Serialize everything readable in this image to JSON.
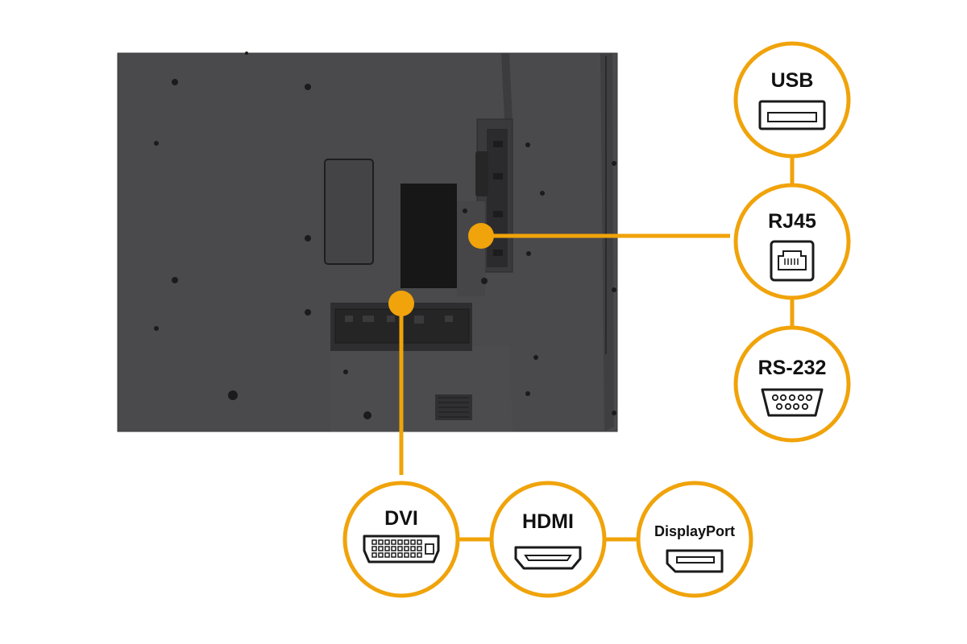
{
  "colors": {
    "accent": "#F0A30A",
    "panel": "#4a4a4c",
    "panel_dark": "#232324",
    "circle_fill": "#ffffff",
    "icon_stroke": "#1a1a1a"
  },
  "ports": {
    "usb": {
      "label": "USB",
      "icon": "usb-port-icon"
    },
    "rj45": {
      "label": "RJ45",
      "icon": "rj45-port-icon"
    },
    "rs232": {
      "label": "RS-232",
      "icon": "rs232-port-icon"
    },
    "dvi": {
      "label": "DVI",
      "icon": "dvi-port-icon"
    },
    "hdmi": {
      "label": "HDMI",
      "icon": "hdmi-port-icon"
    },
    "displayport": {
      "label": "DisplayPort",
      "icon": "displayport-port-icon"
    }
  }
}
